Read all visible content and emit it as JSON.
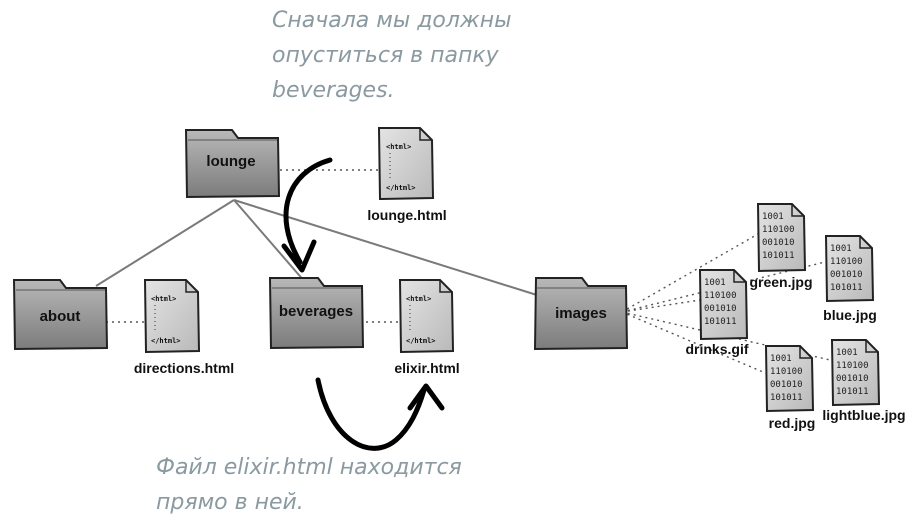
{
  "annotations": {
    "top": [
      "Сначала мы должны",
      "опуститься в папку",
      "beverages."
    ],
    "bottom": [
      "Файл elixir.html находится",
      "прямо в ней."
    ]
  },
  "folders": {
    "lounge": "lounge",
    "about": "about",
    "beverages": "beverages",
    "images": "images"
  },
  "files": {
    "lounge_html": "lounge.html",
    "directions_html": "directions.html",
    "elixir_html": "elixir.html",
    "green_jpg": "green.jpg",
    "blue_jpg": "blue.jpg",
    "drinks_gif": "drinks.gif",
    "red_jpg": "red.jpg",
    "lightblue_jpg": "lightblue.jpg"
  },
  "doc_tags": {
    "open": "<html>",
    "close": "</html>"
  },
  "binary_rows": [
    "1001",
    "110100",
    "001010",
    "101011"
  ],
  "colors": {
    "folder": "#9a9a9a",
    "folder_dark": "#6f6f6f",
    "doc": "#d2d2d2",
    "note": "#8a9aa0",
    "arrow": "#000000",
    "line": "#7a7a7a"
  }
}
